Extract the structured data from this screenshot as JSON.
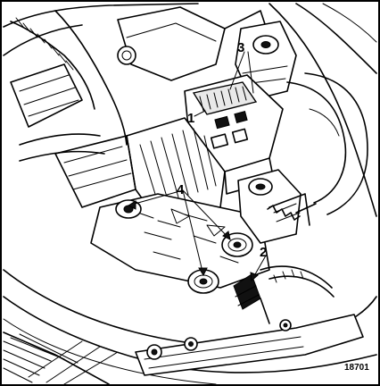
{
  "figure": {
    "number": "18701",
    "callouts": {
      "one": "1",
      "two": "2",
      "three": "3",
      "four": "4"
    }
  }
}
